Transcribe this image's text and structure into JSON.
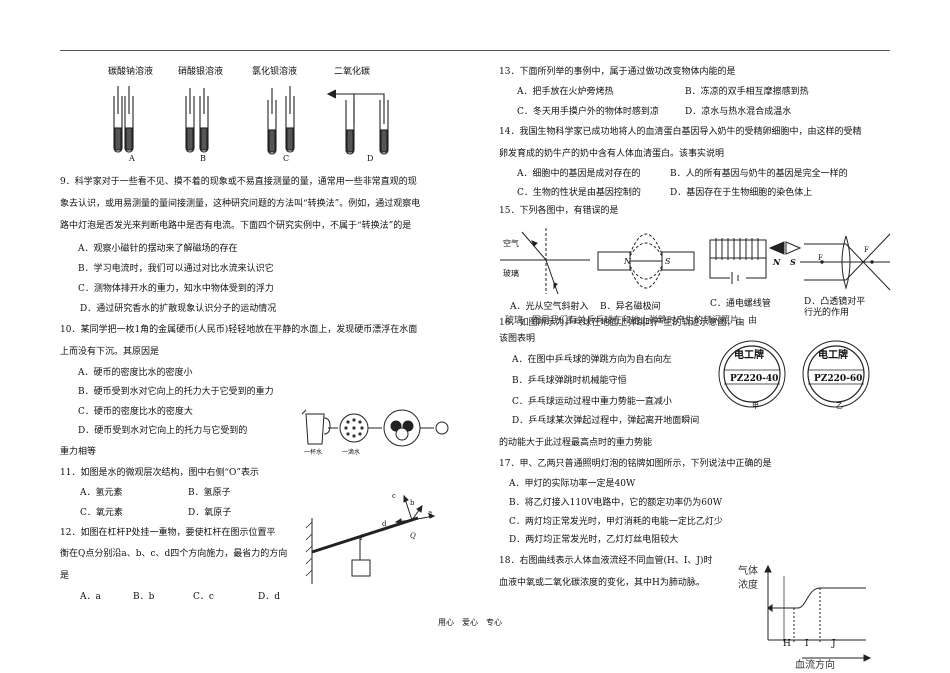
{
  "header_rule": true,
  "left": {
    "reagents": [
      "碳酸钠溶液",
      "硝酸银溶液",
      "氯化钡溶液",
      "二氧化碳"
    ],
    "tube_letters": [
      "A",
      "B",
      "C",
      "D"
    ],
    "q9": {
      "stem": [
        "9．科学家对于一些看不见、摸不着的现象或不易直接测量的量，通常用一些非常直观的现",
        "象去认识，或用易测量的量间接测量，这种研究问题的方法叫“转换法”。例如，通过观察电",
        "路中灯泡是否发光来判断电路中是否有电流。下面四个研究实例中，不属于“转换法”的是"
      ],
      "options": [
        "A．观察小磁针的摆动来了解磁场的存在",
        "B．学习电流时，我们可以通过对比水流来认识它",
        "C．测物体排开水的重力，知水中物体受到的浮力",
        "D．通过研究香水的扩散现象认识分子的运动情况"
      ]
    },
    "q10": {
      "stem": [
        "10．某同学把一枚1角的金属硬币(人民币)轻轻地放在平静的水面上，发现硬币漂浮在水面",
        "上而没有下沉。其原因是"
      ],
      "options": [
        "A．硬币的密度比水的密度小",
        "B．硬币受到水对它向上的托力大于它受到的重力",
        "C．硬币的密度比水的密度大",
        "D．硬币受到水对它向上的托力与它受到的"
      ],
      "tail": "重力相等",
      "fig_labels": [
        "一杯水",
        "一滴水"
      ]
    },
    "q11": {
      "stem": "11．如图是水的微观层次结构，图中右侧“O”表示",
      "options": [
        "A．氢元素",
        "B．氢原子",
        "C．氧元素",
        "D．氧原子"
      ]
    },
    "q12": {
      "stem": [
        "12．如图在杠杆P处挂一重物，要使杠杆在图示位置平",
        "衡在Q点分别沿a、b、c、d四个方向施力，最省力的方向",
        "是"
      ],
      "options": [
        "A．a",
        "B．b",
        "C．c",
        "D．d"
      ],
      "fig_labels": [
        "c",
        "b",
        "a",
        "d",
        "P",
        "Q"
      ]
    },
    "footer": "用心　爱心　专心"
  },
  "right": {
    "q13": {
      "stem": "13．下面所列举的事例中，属于通过做功改变物体内能的是",
      "options": [
        "A．把手放在火炉旁烤热",
        "B．冻凉的双手相互摩擦感到热",
        "C．冬天用手摸户外的物体时感到凉",
        "D．凉水与热水混合成温水"
      ]
    },
    "q14": {
      "stem": [
        "14．我国生物科学家已成功地将人的血清蛋白基因导入奶牛的受精卵细胞中，由这样的受精",
        "卵发育成的奶牛产的奶中含有人体血清蛋白。该事实说明"
      ],
      "options": [
        "A．细胞中的基因是成对存在的",
        "B．人的所有基因与奶牛的基因是完全一样的",
        "C．生物的性状是由基因控制的",
        "D．基因存在于生物细胞的染色体上"
      ]
    },
    "q15": {
      "stem": "15．下列各图中，有错误的是",
      "fig_text": [
        "空气",
        "玻璃",
        "N",
        "S",
        "N",
        "S",
        "F",
        "F"
      ],
      "captions": [
        "A．光从空气斜射入",
        "B．异名磁极间",
        "C．通电螺线管",
        "D．凸透镜对平"
      ],
      "captions2": [
        "",
        "",
        "",
        "行光的作用"
      ]
    },
    "q16": {
      "stem_overlap": [
        "玻璃　图是我们有关乒乓球在和地上弹跳时产生的频闪照片。由",
        "16．如图所示为乒乓球在地面上弹跳时产生的轨迹示意图，由"
      ],
      "stem2": "该图表明",
      "options": [
        "A．在图中乒乓球的弹跳方向为自右向左",
        "B．乒乓球弹跳时机械能守恒",
        "C．乒乓球运动过程中重力势能一直减小",
        "D．乒乓球某次弹起过程中，弹起离开地面瞬间"
      ],
      "tail": "的动能大于此过程最高点时的重力势能",
      "bulb_labels": [
        {
          "brand": "电工牌",
          "spec": "PZ220-40",
          "name": "甲"
        },
        {
          "brand": "电工牌",
          "spec": "PZ220-60",
          "name": "乙"
        }
      ]
    },
    "q17": {
      "stem": "17．甲、乙两只普通照明灯泡的铭牌如图所示，下列说法中正确的是",
      "options": [
        "A．甲灯的实际功率一定是40W",
        "B．将乙灯接入110V电路中，它的额定功率仍为60W",
        "C．两灯均正常发光时，甲灯消耗的电能一定比乙灯少",
        "D．两灯均正常发光时，乙灯灯丝电阻较大"
      ]
    },
    "q18": {
      "stem": [
        "18．右图曲线表示人体血液流经不同血管(H、I、J)时",
        "血液中氧或二氧化碳浓度的变化，其中H为肺动脉。"
      ],
      "graph": {
        "ylabel": [
          "气体",
          "浓度"
        ],
        "xlabel": "血流方向",
        "segments": [
          "H",
          "I",
          "J"
        ]
      }
    }
  }
}
